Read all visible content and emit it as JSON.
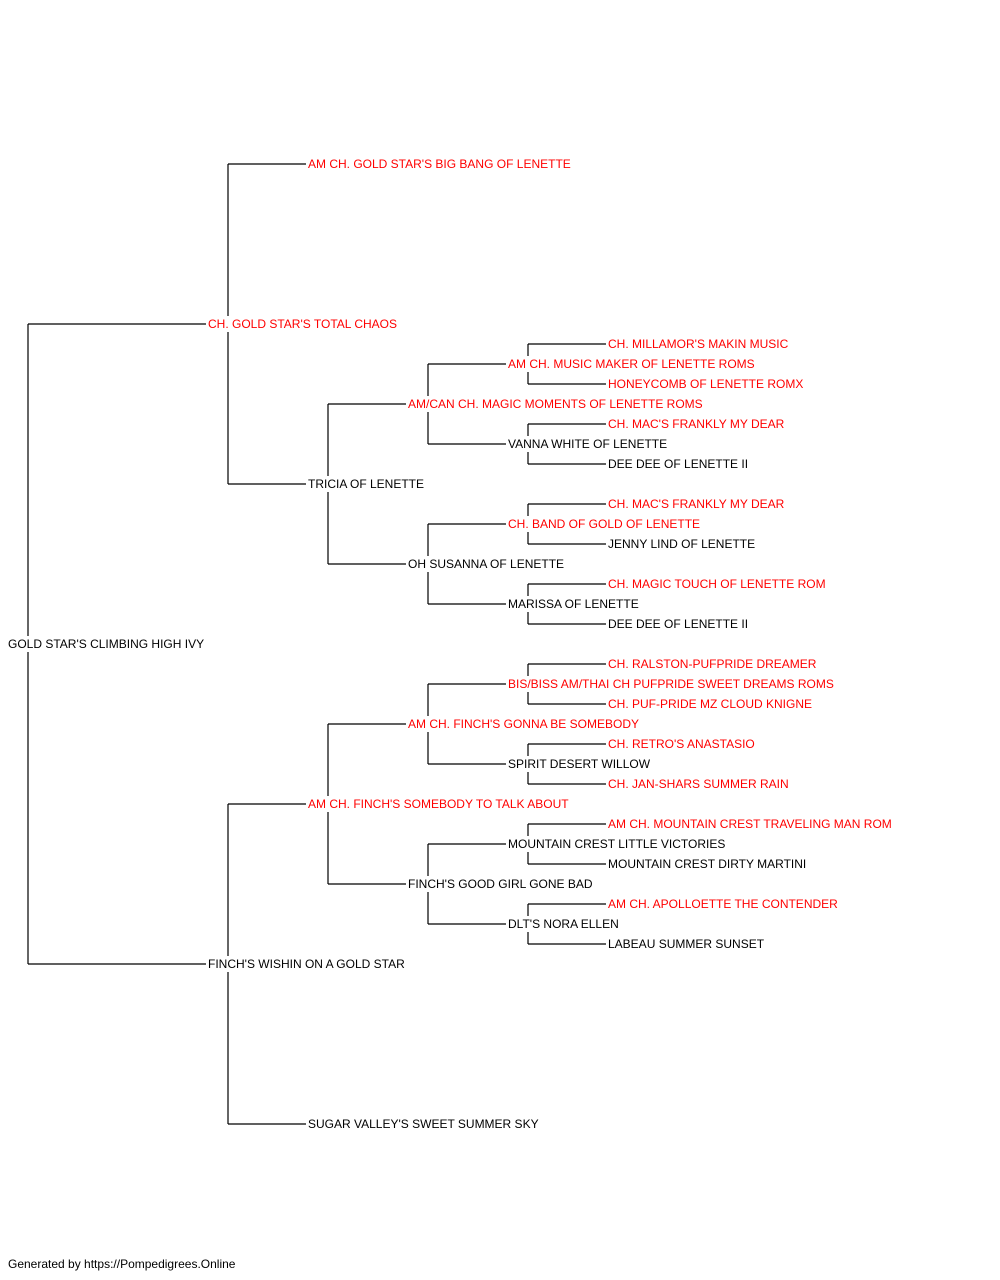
{
  "colors": {
    "champion": "#ff0000",
    "regular": "#000000",
    "connector": "#000000"
  },
  "pedigree": {
    "name": "GOLD STAR'S CLIMBING HIGH IVY",
    "champion": false,
    "sire": {
      "name": "CH. GOLD STAR'S TOTAL CHAOS",
      "champion": true,
      "sire": {
        "name": "AM CH. GOLD STAR'S BIG BANG OF LENETTE",
        "champion": true
      },
      "dam": {
        "name": "TRICIA OF LENETTE",
        "champion": false,
        "sire": {
          "name": "AM/CAN CH. MAGIC MOMENTS OF LENETTE ROMS",
          "champion": true,
          "sire": {
            "name": "AM CH. MUSIC MAKER OF LENETTE ROMS",
            "champion": true,
            "sire": {
              "name": "CH. MILLAMOR'S MAKIN MUSIC",
              "champion": true
            },
            "dam": {
              "name": "HONEYCOMB OF LENETTE ROMX",
              "champion": true
            }
          },
          "dam": {
            "name": "VANNA WHITE OF LENETTE",
            "champion": false,
            "sire": {
              "name": "CH. MAC'S FRANKLY MY DEAR",
              "champion": true
            },
            "dam": {
              "name": "DEE DEE OF LENETTE II",
              "champion": false
            }
          }
        },
        "dam": {
          "name": "OH SUSANNA OF LENETTE",
          "champion": false,
          "sire": {
            "name": "CH. BAND OF GOLD OF LENETTE",
            "champion": true,
            "sire": {
              "name": "CH. MAC'S FRANKLY MY DEAR",
              "champion": true
            },
            "dam": {
              "name": "JENNY LIND OF LENETTE",
              "champion": false
            }
          },
          "dam": {
            "name": "MARISSA OF LENETTE",
            "champion": false,
            "sire": {
              "name": "CH. MAGIC TOUCH OF LENETTE ROM",
              "champion": true
            },
            "dam": {
              "name": "DEE DEE OF LENETTE II",
              "champion": false
            }
          }
        }
      }
    },
    "dam": {
      "name": "FINCH'S WISHIN ON A GOLD STAR",
      "champion": false,
      "sire": {
        "name": "AM CH. FINCH'S SOMEBODY TO TALK ABOUT",
        "champion": true,
        "sire": {
          "name": "AM CH. FINCH'S GONNA BE SOMEBODY",
          "champion": true,
          "sire": {
            "name": "BIS/BISS AM/THAI CH PUFPRIDE SWEET DREAMS ROMS",
            "champion": true,
            "sire": {
              "name": "CH. RALSTON-PUFPRIDE DREAMER",
              "champion": true
            },
            "dam": {
              "name": "CH. PUF-PRIDE MZ CLOUD KNIGNE",
              "champion": true
            }
          },
          "dam": {
            "name": "SPIRIT DESERT WILLOW",
            "champion": false,
            "sire": {
              "name": "CH. RETRO'S ANASTASIO",
              "champion": true
            },
            "dam": {
              "name": "CH. JAN-SHARS SUMMER RAIN",
              "champion": true
            }
          }
        },
        "dam": {
          "name": "FINCH'S GOOD GIRL GONE BAD",
          "champion": false,
          "sire": {
            "name": "MOUNTAIN CREST LITTLE VICTORIES",
            "champion": false,
            "sire": {
              "name": "AM CH. MOUNTAIN CREST TRAVELING MAN ROM",
              "champion": true
            },
            "dam": {
              "name": "MOUNTAIN CREST DIRTY MARTINI",
              "champion": false
            }
          },
          "dam": {
            "name": "DLT'S NORA ELLEN",
            "champion": false,
            "sire": {
              "name": "AM CH. APOLLOETTE THE CONTENDER",
              "champion": true
            },
            "dam": {
              "name": "LABEAU SUMMER SUNSET",
              "champion": false
            }
          }
        }
      },
      "dam": {
        "name": "SUGAR VALLEY'S SWEET SUMMER SKY",
        "champion": false
      }
    }
  },
  "footer": {
    "text": "Generated by https://Pompedigrees.Online"
  }
}
